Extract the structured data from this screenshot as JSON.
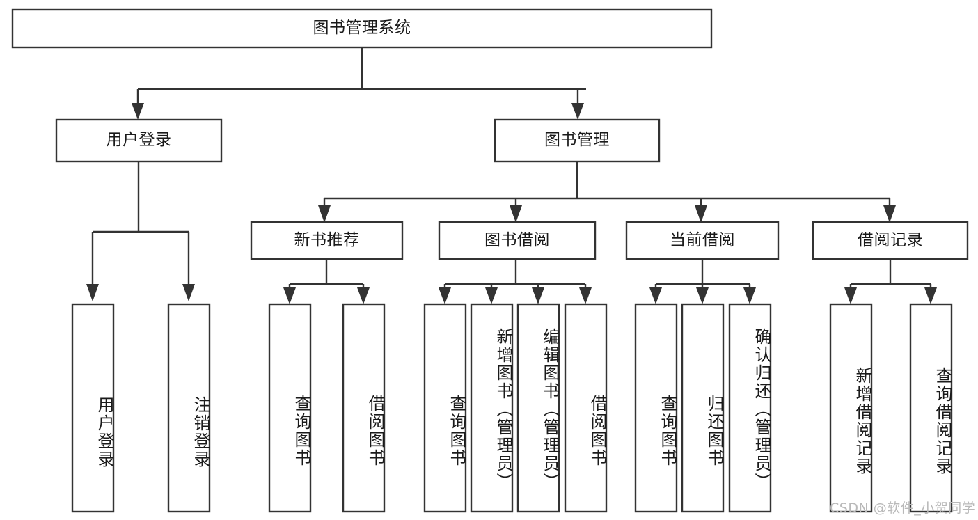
{
  "diagram": {
    "type": "tree",
    "title": "图书管理系统",
    "orientation": "top-down",
    "colors": {
      "stroke": "#333333",
      "fill": "#ffffff",
      "text": "#1a1a1a",
      "watermark": "#b9b9b9",
      "background": "#ffffff"
    },
    "levels": {
      "root": {
        "label": "图书管理系统"
      },
      "level2": [
        {
          "label": "用户登录"
        },
        {
          "label": "图书管理"
        }
      ],
      "level3": [
        {
          "label": "新书推荐"
        },
        {
          "label": "图书借阅"
        },
        {
          "label": "当前借阅"
        },
        {
          "label": "借阅记录"
        }
      ],
      "leaves_user_login": [
        {
          "label": "用户登录"
        },
        {
          "label": "注销登录"
        }
      ],
      "leaves_new_book": [
        {
          "label": "查询图书"
        },
        {
          "label": "借阅图书"
        }
      ],
      "leaves_borrow": [
        {
          "label": "查询图书"
        },
        {
          "label": "新增图书（管理员）"
        },
        {
          "label": "编辑图书（管理员）"
        },
        {
          "label": "借阅图书"
        }
      ],
      "leaves_current": [
        {
          "label": "查询图书"
        },
        {
          "label": "归还图书"
        },
        {
          "label": "确认归还（管理员）"
        }
      ],
      "leaves_records": [
        {
          "label": "新增借阅记录"
        },
        {
          "label": "查询借阅记录"
        }
      ]
    }
  },
  "watermark": {
    "text": "CSDN @软件_小贺同学"
  }
}
